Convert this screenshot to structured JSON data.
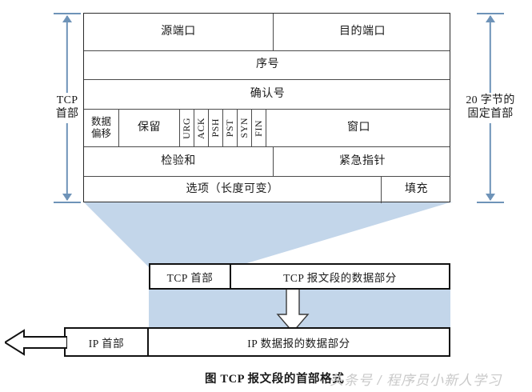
{
  "diagram": {
    "caption": "图 TCP 报文段的首部格式",
    "watermark": "头条号 / 程序员小新人学习",
    "accent_blue": "#6e93b8",
    "band_blue": "#c3d6ea",
    "outline": "#111111"
  },
  "left_measure": {
    "line1": "TCP",
    "line2": "首部"
  },
  "right_measure": {
    "line1": "20 字节的",
    "line2": "固定首部"
  },
  "header_table": {
    "rows": [
      {
        "name": "ports-row",
        "cells": [
          {
            "label": "源端口"
          },
          {
            "label": "目的端口"
          }
        ]
      },
      {
        "name": "sequence-row",
        "cells": [
          {
            "label": "序号"
          }
        ]
      },
      {
        "name": "ack-row",
        "cells": [
          {
            "label": "确认号"
          }
        ]
      },
      {
        "name": "flags-row",
        "cells": [
          {
            "label_line1": "数据",
            "label_line2": "偏移"
          },
          {
            "label": "保留"
          },
          {
            "label": "窗口"
          }
        ],
        "flags": [
          "URG",
          "ACK",
          "PSH",
          "PST",
          "SYN",
          "FIN"
        ]
      },
      {
        "name": "checksum-row",
        "cells": [
          {
            "label": "检验和"
          },
          {
            "label": "紧急指针"
          }
        ]
      },
      {
        "name": "options-row",
        "cells": [
          {
            "label": "选项（长度可变）"
          },
          {
            "label": "填充"
          }
        ]
      }
    ]
  },
  "tcp_segment": {
    "header_label": "TCP 首部",
    "data_label": "TCP 报文段的数据部分"
  },
  "ip_datagram": {
    "header_label": "IP 首部",
    "data_label": "IP 数据报的数据部分"
  }
}
